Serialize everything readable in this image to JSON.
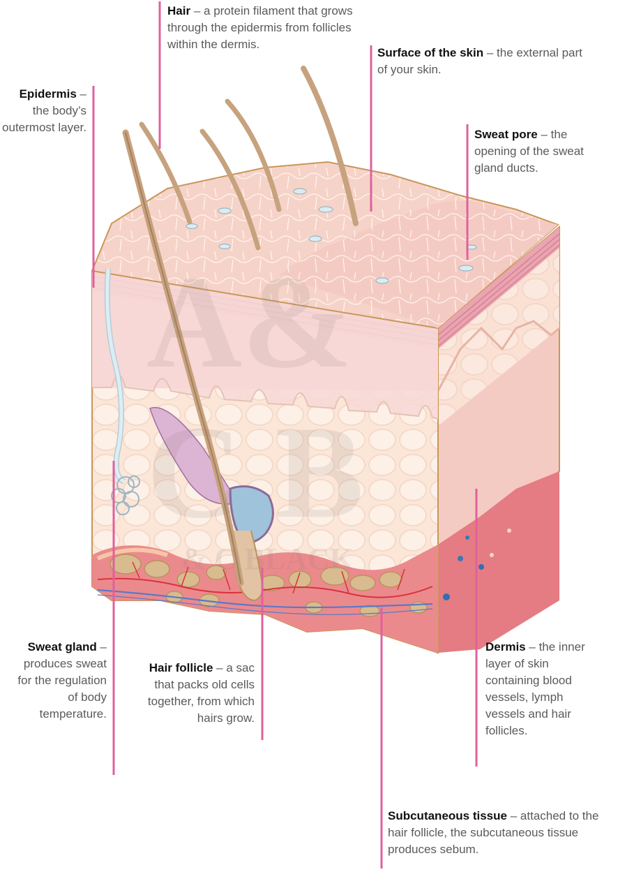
{
  "labels": {
    "hair": {
      "term": "Hair",
      "desc": "a protein filament that grows through the epidermis from follicles within the dermis."
    },
    "surface": {
      "term": "Surface of the skin",
      "desc": "the external part of your skin."
    },
    "epidermis": {
      "term": "Epidermis",
      "desc": "the body’s outermost layer."
    },
    "sweat_pore": {
      "term": "Sweat pore",
      "desc": "the opening of the sweat gland ducts."
    },
    "sweat_gland": {
      "term": "Sweat gland",
      "desc": "produces sweat for the regulation of body temperature."
    },
    "hair_follicle": {
      "term": "Hair follicle",
      "desc": "a sac that packs old cells together, from which hairs grow."
    },
    "dermis": {
      "term": "Dermis",
      "desc": "the inner layer of skin containing blood vessels, lymph vessels and hair follicles."
    },
    "subcutaneous": {
      "term": "Subcutaneous tissue",
      "desc": "attached to the hair follicle, the subcutaneous tissue produces sebum."
    }
  },
  "dash": "–",
  "watermark": {
    "line1": "A&",
    "line2": "C B",
    "line3": "& C BLACK"
  },
  "colors": {
    "leader": "#e0609e",
    "outline": "#c8965a",
    "hair": "#c6a27e",
    "vessel_red": "#d8323a",
    "vessel_blue": "#5b78c8",
    "sweat_gland": "#dbeef5"
  }
}
